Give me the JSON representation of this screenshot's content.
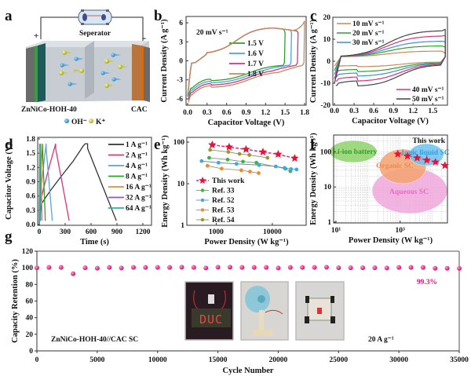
{
  "panel_a": {
    "letter": "a",
    "separator_label": "Seperator",
    "plus": "+",
    "minus": "-",
    "left_electrode": "ZnNiCo-HOH-40",
    "right_electrode": "CAC",
    "legend": [
      {
        "label": "OH⁻",
        "color": "#2b9fd9",
        "icon": "blue-ion-dot"
      },
      {
        "label": "K⁺",
        "color": "#d6d61a",
        "icon": "yellow-ion-dot"
      }
    ]
  },
  "chart_data": [
    {
      "id": "b",
      "letter": "b",
      "type": "line",
      "title": "",
      "annotation": "20 mV s⁻¹",
      "xlabel": "Capacitor Voltage (V)",
      "ylabel": "Current Density (A g⁻¹)",
      "xlim": [
        0,
        1.8
      ],
      "ylim": [
        -7,
        7
      ],
      "xticks": [
        "0.0",
        "0.3",
        "0.6",
        "0.9",
        "1.2",
        "1.5",
        "1.8"
      ],
      "yticks": [
        "-6",
        "-3",
        "0",
        "3",
        "6"
      ],
      "legend_position": "center-right",
      "series": [
        {
          "name": "1.5 V",
          "color": "#2ca02c",
          "vmax": 1.5,
          "bottom_offset": 0.0
        },
        {
          "name": "1.6 V",
          "color": "#4aa3df",
          "vmax": 1.6,
          "bottom_offset": -0.35
        },
        {
          "name": "1.7 V",
          "color": "#d6337a",
          "vmax": 1.7,
          "bottom_offset": -0.7
        },
        {
          "name": "1.8 V",
          "color": "#c8895a",
          "vmax": 1.8,
          "bottom_offset": -1.05
        }
      ]
    },
    {
      "id": "c",
      "letter": "c",
      "type": "line",
      "xlabel": "Capacitor Voltage (V)",
      "ylabel": "Current Density (A g⁻¹)",
      "xlim": [
        0,
        1.7
      ],
      "ylim": [
        -20,
        20
      ],
      "xticks": [
        "0.0",
        "0.3",
        "0.6",
        "0.9",
        "1.2",
        "1.5"
      ],
      "yticks": [
        "-20",
        "-10",
        "0",
        "10",
        "20"
      ],
      "legend_position": "top-left / bottom-right",
      "series": [
        {
          "name": "10 mV s⁻¹",
          "color": "#c8895a",
          "scale": 0.22
        },
        {
          "name": "20 mV s⁻¹",
          "color": "#2ca02c",
          "scale": 0.42
        },
        {
          "name": "30 mV s⁻¹",
          "color": "#3b8fd9",
          "scale": 0.6
        },
        {
          "name": "40 mV s⁻¹",
          "color": "#d6337a",
          "scale": 0.8
        },
        {
          "name": "50 mV s⁻¹",
          "color": "#444444",
          "scale": 1.0
        }
      ]
    },
    {
      "id": "d",
      "letter": "d",
      "type": "line",
      "xlabel": "Time (s)",
      "ylabel": "Capacitor Voltage (V)",
      "xlim": [
        0,
        1300
      ],
      "ylim": [
        0,
        1.8
      ],
      "xticks": [
        "0",
        "300",
        "600",
        "900",
        "1200"
      ],
      "yticks": [
        "0.0",
        "0.3",
        "0.6",
        "0.9",
        "1.2",
        "1.5",
        "1.8"
      ],
      "legend_position": "right",
      "series": [
        {
          "name": "1 A g⁻¹",
          "color": "#333333",
          "t_charge": 560,
          "t_end": 910
        },
        {
          "name": "2 A g⁻¹",
          "color": "#e0317a",
          "t_charge": 190,
          "t_end": 355
        },
        {
          "name": "4 A g⁻¹",
          "color": "#5ba3d9",
          "t_charge": 80,
          "t_end": 155
        },
        {
          "name": "8 A g⁻¹",
          "color": "#2ca02c",
          "t_charge": 38,
          "t_end": 72
        },
        {
          "name": "16 A g⁻¹",
          "color": "#f08a2c",
          "t_charge": 18,
          "t_end": 34
        },
        {
          "name": "32 A g⁻¹",
          "color": "#9b4fd1",
          "t_charge": 9,
          "t_end": 17
        },
        {
          "name": "64 A g⁻¹",
          "color": "#2bb3a3",
          "t_charge": 4,
          "t_end": 8
        }
      ]
    },
    {
      "id": "e",
      "letter": "e",
      "type": "scatter",
      "xlabel": "Power Density (W kg⁻¹)",
      "ylabel": "Energy Density (Wh kg⁻¹)",
      "xscale": "log",
      "yscale": "log",
      "xlim": [
        300,
        40000
      ],
      "ylim": [
        1,
        130
      ],
      "xticks": [
        "1000",
        "10000"
      ],
      "yticks": [
        "1",
        "10",
        "100"
      ],
      "legend_position": "bottom-left",
      "series": [
        {
          "name": "This work",
          "color": "#e8113a",
          "line": "#d6337a",
          "marker": "star",
          "x": [
            850,
            1700,
            3400,
            6800,
            12700,
            25000
          ],
          "y": [
            86,
            76,
            67,
            58,
            51,
            41
          ]
        },
        {
          "name": "Ref. 33",
          "color": "#3cb44b",
          "line": "#6a8f6a",
          "marker": "circle",
          "x": [
            750,
            1600,
            3000,
            5200,
            17000,
            21000
          ],
          "y": [
            42,
            38,
            34,
            32,
            23,
            20
          ]
        },
        {
          "name": "Ref. 52",
          "color": "#3aa9e8",
          "line": "#5a7fa0",
          "marker": "circle",
          "x": [
            550,
            1100,
            2300,
            5800,
            11500,
            16500,
            21500,
            27000
          ],
          "y": [
            35,
            32,
            30,
            28,
            26,
            24,
            22.5,
            22
          ]
        },
        {
          "name": "Ref. 53",
          "color": "#f08a2c",
          "line": "#a08060",
          "marker": "circle",
          "x": [
            700,
            1250,
            2800,
            4000,
            5700
          ],
          "y": [
            27,
            23,
            21,
            19.5,
            18
          ]
        },
        {
          "name": "Ref. 54",
          "color": "#9a9a2a",
          "line": "#807a50",
          "marker": "circle",
          "x": [
            780,
            1650,
            2600,
            3900,
            8200
          ],
          "y": [
            65,
            58,
            52,
            49,
            42
          ]
        }
      ]
    },
    {
      "id": "f",
      "letter": "f",
      "type": "scatter",
      "xlabel": "Power Density (W kg⁻¹)",
      "ylabel": "Energy Density (Wh kg⁻¹)",
      "xscale": "log",
      "yscale": "log",
      "xlim": [
        10,
        30000
      ],
      "ylim": [
        1,
        300
      ],
      "xticks": [
        "10¹",
        "10³"
      ],
      "yticks": [
        "1",
        "10",
        "100"
      ],
      "grid": true,
      "regions": [
        {
          "name": "Li-ion battery",
          "color": "#8fd46a",
          "text_color": "#2f9e2f"
        },
        {
          "name": "Ionic liquid SC",
          "color": "#6cc4f0",
          "text_color": "#3b9be0"
        },
        {
          "name": "Organic SC",
          "color": "#f4a470",
          "text_color": "#f08a50"
        },
        {
          "name": "Aqueous SC",
          "color": "#f0a8dc",
          "text_color": "#e070c0"
        }
      ],
      "annotation": "This work",
      "series": [
        {
          "name": "This work",
          "color": "#e8113a",
          "marker": "star",
          "x": [
            850,
            1700,
            3400,
            6800,
            12700,
            25000
          ],
          "y": [
            86,
            76,
            67,
            58,
            51,
            41
          ]
        }
      ]
    },
    {
      "id": "g",
      "letter": "g",
      "type": "scatter",
      "xlabel": "Cycle Number",
      "ylabel": "Capacity Retention (%)",
      "xlim": [
        0,
        35000
      ],
      "ylim": [
        0,
        120
      ],
      "xticks": [
        "0",
        "5000",
        "10000",
        "15000",
        "20000",
        "25000",
        "30000",
        "35000"
      ],
      "yticks": [
        "0",
        "20",
        "40",
        "60",
        "80",
        "100",
        "120"
      ],
      "marker_color": "#e8117a",
      "x": [
        0,
        1000,
        2000,
        3000,
        4000,
        5000,
        6000,
        7000,
        8000,
        9000,
        10000,
        11000,
        12000,
        13000,
        14000,
        15000,
        16000,
        17000,
        18000,
        19000,
        20000,
        21000,
        22000,
        23000,
        24000,
        25000,
        26000,
        27000,
        28000,
        29000,
        30000,
        31000,
        32000,
        33000,
        34000,
        35000
      ],
      "y": [
        100,
        100.5,
        100.5,
        93,
        100,
        99.6,
        100.5,
        99.8,
        100.5,
        100.5,
        100.5,
        100.5,
        100.8,
        100.5,
        99.8,
        100.8,
        100.8,
        100.5,
        100.5,
        100.5,
        99.8,
        100.5,
        100.5,
        100.5,
        100.8,
        100,
        100,
        100,
        100,
        99.8,
        100.5,
        100.5,
        100.5,
        99.5,
        99.5,
        99.3
      ],
      "annotations": {
        "retention": "99.3%",
        "device": "ZnNiCo-HOH-40//CAC SC",
        "current": "20 A g⁻¹"
      },
      "insets": [
        {
          "name": "led-display-photo",
          "text": "DUC"
        },
        {
          "name": "fan-photo"
        },
        {
          "name": "robot-car-photo"
        }
      ]
    }
  ]
}
